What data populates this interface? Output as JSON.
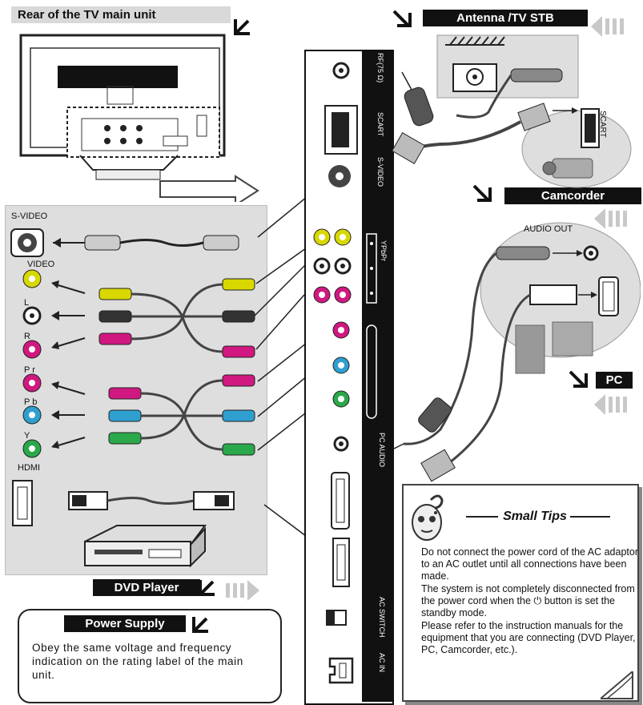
{
  "headers": {
    "rear": "Rear of the TV main unit",
    "antenna": "Antenna /TV STB",
    "camcorder": "Camcorder",
    "pc": "PC",
    "dvd": "DVD Player",
    "power": "Power Supply"
  },
  "panel_labels": {
    "rf": "RF(75 Ω)",
    "scart": "SCART",
    "svideo_port": "S-VIDEO",
    "ypbpr": "YPbPr",
    "pc_audio": "PC AUDIO",
    "ac_switch": "AC SWITCH",
    "ac_in": "AC IN"
  },
  "left_labels": {
    "svideo": "S-VIDEO",
    "video": "VIDEO",
    "l": "L",
    "r": "R",
    "pr": "P r",
    "pb": "P b",
    "y": "Y",
    "hdmi": "HDMI"
  },
  "right_labels": {
    "audio_out": "AUDIO OUT",
    "scart": "SCART"
  },
  "power_text": "Obey the same voltage and frequency indication on the rating label of the main unit.",
  "tips": {
    "title": "Small Tips",
    "items": [
      "Do not connect the power cord of the AC adaptor to an AC outlet until all connections have been made.",
      "The system is not completely disconnected from the power cord when the ⏻ button is set the standby mode.",
      "Please refer to the instruction manuals for the equipment that you are connecting (DVD Player, PC, Camcorder, etc.)."
    ]
  },
  "colors": {
    "yellow": "#d8d800",
    "red": "#d01880",
    "blue": "#2f9fd0",
    "green": "#2aa84a",
    "panel": "#111111",
    "grey_box": "#dedede"
  }
}
